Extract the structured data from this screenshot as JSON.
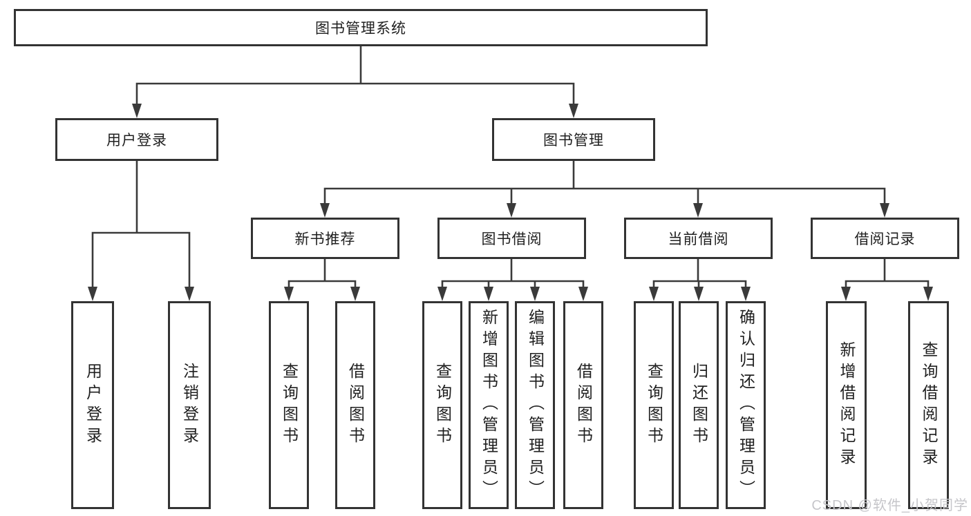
{
  "diagram": {
    "title": "图书管理系统",
    "nodes": {
      "root": {
        "label": "图书管理系统"
      },
      "user_login": {
        "label": "用户登录"
      },
      "book_management": {
        "label": "图书管理"
      },
      "new_book_recommend": {
        "label": "新书推荐"
      },
      "book_borrowing": {
        "label": "图书借阅"
      },
      "current_borrowing": {
        "label": "当前借阅"
      },
      "borrowing_records": {
        "label": "借阅记录"
      },
      "leaf_user_login": {
        "label": "用户登录"
      },
      "leaf_logout": {
        "label": "注销登录"
      },
      "leaf_nbr_query_books": {
        "label": "查询图书"
      },
      "leaf_nbr_borrow_books": {
        "label": "借阅图书"
      },
      "leaf_bb_query_books": {
        "label": "查询图书"
      },
      "leaf_bb_add_books": {
        "label": "新增图书（管理员）"
      },
      "leaf_bb_edit_books": {
        "label": "编辑图书（管理员）"
      },
      "leaf_bb_borrow_books": {
        "label": "借阅图书"
      },
      "leaf_cb_query_books": {
        "label": "查询图书"
      },
      "leaf_cb_return_books": {
        "label": "归还图书"
      },
      "leaf_cb_confirm_return": {
        "label": "确认归还（管理员）"
      },
      "leaf_br_add_record": {
        "label": "新增借阅记录"
      },
      "leaf_br_query_record": {
        "label": "查询借阅记录"
      }
    },
    "edges": [
      [
        "root",
        "user_login"
      ],
      [
        "root",
        "book_management"
      ],
      [
        "user_login",
        "leaf_user_login"
      ],
      [
        "user_login",
        "leaf_logout"
      ],
      [
        "book_management",
        "new_book_recommend"
      ],
      [
        "book_management",
        "book_borrowing"
      ],
      [
        "book_management",
        "current_borrowing"
      ],
      [
        "book_management",
        "borrowing_records"
      ],
      [
        "new_book_recommend",
        "leaf_nbr_query_books"
      ],
      [
        "new_book_recommend",
        "leaf_nbr_borrow_books"
      ],
      [
        "book_borrowing",
        "leaf_bb_query_books"
      ],
      [
        "book_borrowing",
        "leaf_bb_add_books"
      ],
      [
        "book_borrowing",
        "leaf_bb_edit_books"
      ],
      [
        "book_borrowing",
        "leaf_bb_borrow_books"
      ],
      [
        "current_borrowing",
        "leaf_cb_query_books"
      ],
      [
        "current_borrowing",
        "leaf_cb_return_books"
      ],
      [
        "current_borrowing",
        "leaf_cb_confirm_return"
      ],
      [
        "borrowing_records",
        "leaf_br_add_record"
      ],
      [
        "borrowing_records",
        "leaf_br_query_record"
      ]
    ]
  },
  "watermark": "CSDN @软件_小贺同学",
  "colors": {
    "background": "#ffffff",
    "box_border": "#333333",
    "connector_line": "#3a3a3a",
    "text": "#1f1f1f",
    "watermark_text": "#c6c6ca"
  }
}
